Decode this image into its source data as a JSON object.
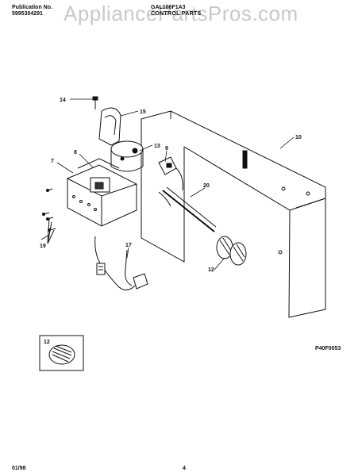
{
  "header": {
    "publication_label": "Publication No.",
    "publication_number": "5995304291",
    "model": "GAL106F1A3",
    "section": "CONTROL PARTS"
  },
  "watermark": "AppliancePartsPros.com",
  "callouts": [
    "14",
    "15",
    "13",
    "9",
    "8",
    "7",
    "10",
    "20",
    "19",
    "17",
    "12",
    "12"
  ],
  "figure_code": "P40F0053",
  "footer": {
    "date": "01/98",
    "page": "4"
  }
}
